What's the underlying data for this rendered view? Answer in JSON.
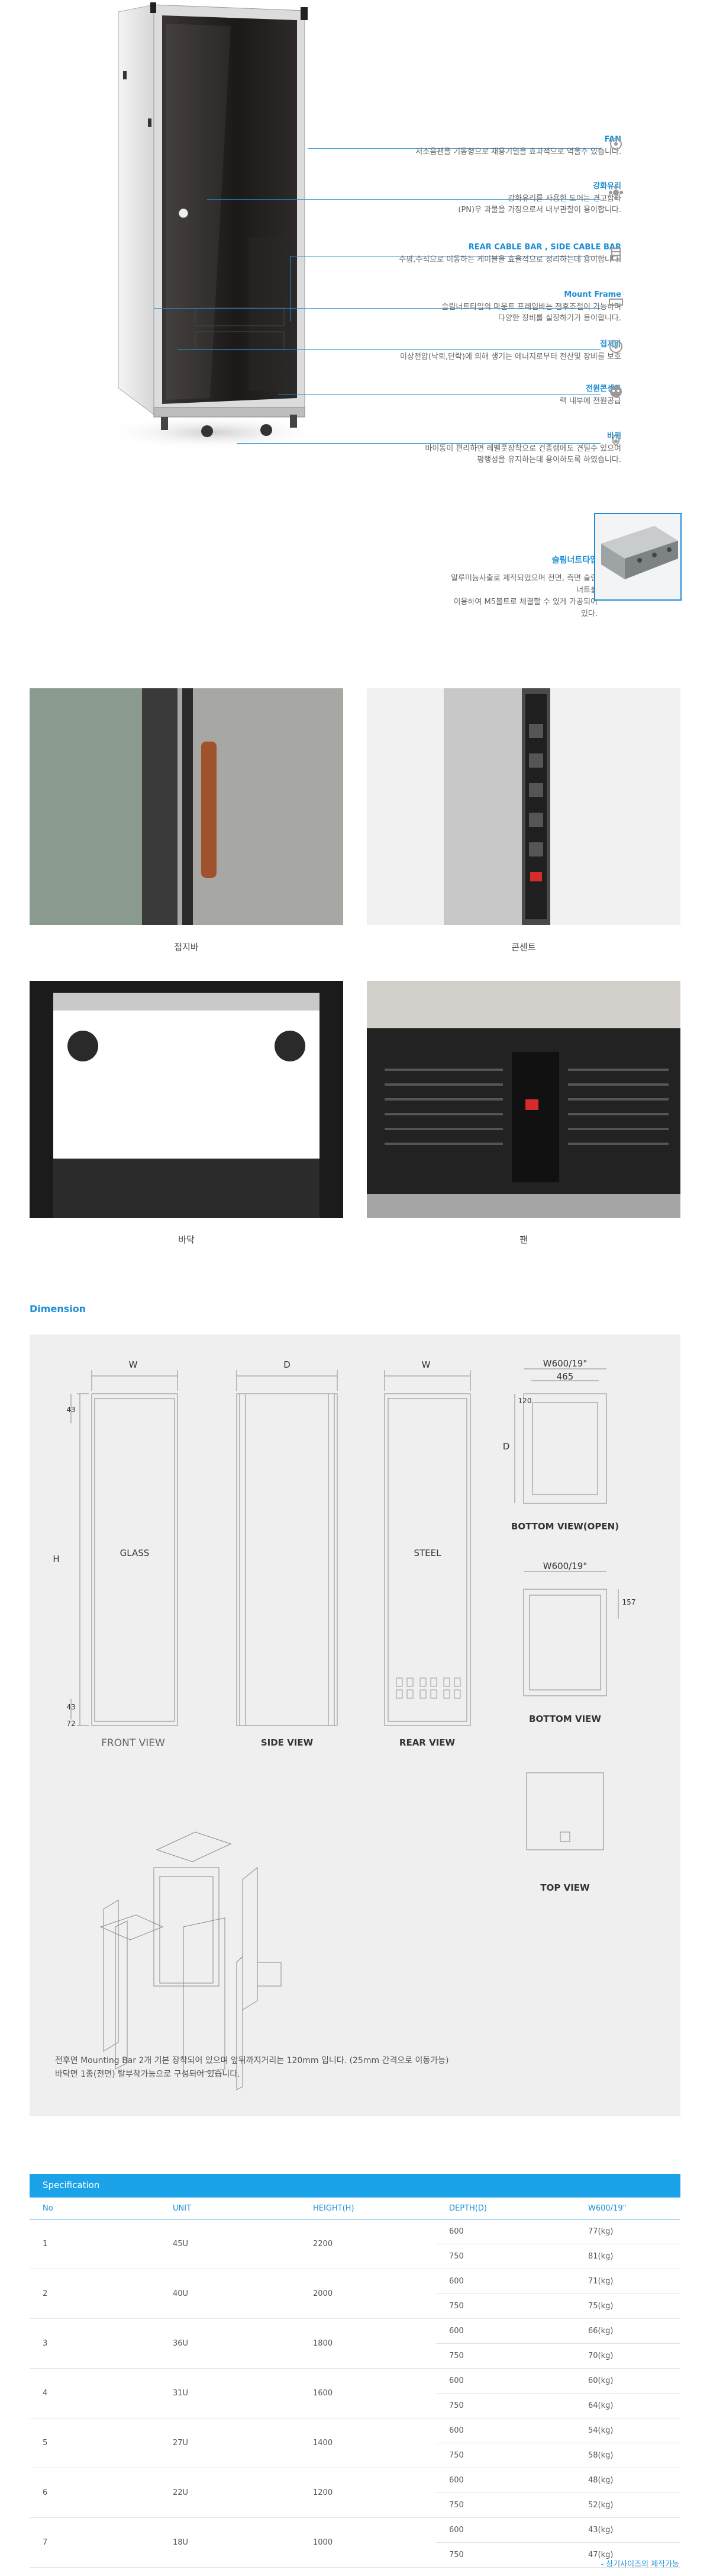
{
  "features": [
    {
      "title": "FAN",
      "desc": "저소음팬을 기동형으로 채용기열을 효과적으로 억울수 있습니다."
    },
    {
      "title": "강화유리",
      "desc": "강화유리를 사용한 도어는 견고함과\n(PN)우 과물을 가징으로서 내부관찰이 용이합니다."
    },
    {
      "title": "REAR CABLE BAR , SIDE CABLE BAR",
      "desc": "수평,수직으로 이동하는 케이블을 효율적으로 정리하는데 용이합니다."
    },
    {
      "title": "Mount Frame",
      "desc": "슬림너트타입의 마운트 프레임바는 전후조절이 가능하며\n다양한 장비를 실장하기가 용이합니다."
    },
    {
      "title": "접지바",
      "desc": "이상전압(낙뢰,단락)에 의해 생기는 에너지로부터 전산및 장비를 보호"
    },
    {
      "title": "전원콘센트",
      "desc": "랙 내부에 전원공급"
    },
    {
      "title": "바퀴",
      "desc": "바이동이 편리하면 레벨풋장착으로 건종랭에도 견딜수 있으며\n평행성을 유지하는데 용이하도록 하였습니다."
    }
  ],
  "slim": {
    "title": "슬림너트타입",
    "desc": "알루미늄사출로 제작되었으며 전면, 측면 슬림너트를\n이용하여 M5볼트로 체결할 수 있게 가공되어 있다."
  },
  "photos": [
    {
      "caption": "접지바"
    },
    {
      "caption": "콘센트"
    },
    {
      "caption": "바닥"
    },
    {
      "caption": "팬"
    }
  ],
  "dimension": {
    "title": "Dimension",
    "views": {
      "front": "FRONT VIEW",
      "side": "SIDE VIEW",
      "rear": "REAR VIEW",
      "bottom_open": "BOTTOM VIEW(OPEN)",
      "bottom": "BOTTOM VIEW",
      "top": "TOP VIEW"
    },
    "marks": {
      "w": "W",
      "d": "D",
      "h": "H",
      "glass": "GLASS",
      "steel": "STEEL",
      "w600": "W600/19\"",
      "n465": "465",
      "n120": "120",
      "n157": "157",
      "n43": "43",
      "n72": "72"
    },
    "note": "전후면 Mounting Bar 2개 기본 장착되어 있으며 앞뒤까지거리는 120mm 입니다. (25mm 간격으로 이동가능)\n바닥면 1종(전면) 탈부착가능으로 구성되어 있습니다."
  },
  "spec": {
    "title": "Specification",
    "headers": [
      "No",
      "UNIT",
      "HEIGHT(H)",
      "DEPTH(D)",
      "W600/19\""
    ],
    "rows": [
      {
        "no": "1",
        "unit": "45U",
        "height": "2200",
        "sub": [
          {
            "d": "600",
            "w": "77(kg)"
          },
          {
            "d": "750",
            "w": "81(kg)"
          }
        ]
      },
      {
        "no": "2",
        "unit": "40U",
        "height": "2000",
        "sub": [
          {
            "d": "600",
            "w": "71(kg)"
          },
          {
            "d": "750",
            "w": "75(kg)"
          }
        ]
      },
      {
        "no": "3",
        "unit": "36U",
        "height": "1800",
        "sub": [
          {
            "d": "600",
            "w": "66(kg)"
          },
          {
            "d": "750",
            "w": "70(kg)"
          }
        ]
      },
      {
        "no": "4",
        "unit": "31U",
        "height": "1600",
        "sub": [
          {
            "d": "600",
            "w": "60(kg)"
          },
          {
            "d": "750",
            "w": "64(kg)"
          }
        ]
      },
      {
        "no": "5",
        "unit": "27U",
        "height": "1400",
        "sub": [
          {
            "d": "600",
            "w": "54(kg)"
          },
          {
            "d": "750",
            "w": "58(kg)"
          }
        ]
      },
      {
        "no": "6",
        "unit": "22U",
        "height": "1200",
        "sub": [
          {
            "d": "600",
            "w": "48(kg)"
          },
          {
            "d": "750",
            "w": "52(kg)"
          }
        ]
      },
      {
        "no": "7",
        "unit": "18U",
        "height": "1000",
        "sub": [
          {
            "d": "600",
            "w": "43(kg)"
          },
          {
            "d": "750",
            "w": "47(kg)"
          }
        ]
      }
    ],
    "footnote": "- 상기사이즈외 제작가능"
  }
}
